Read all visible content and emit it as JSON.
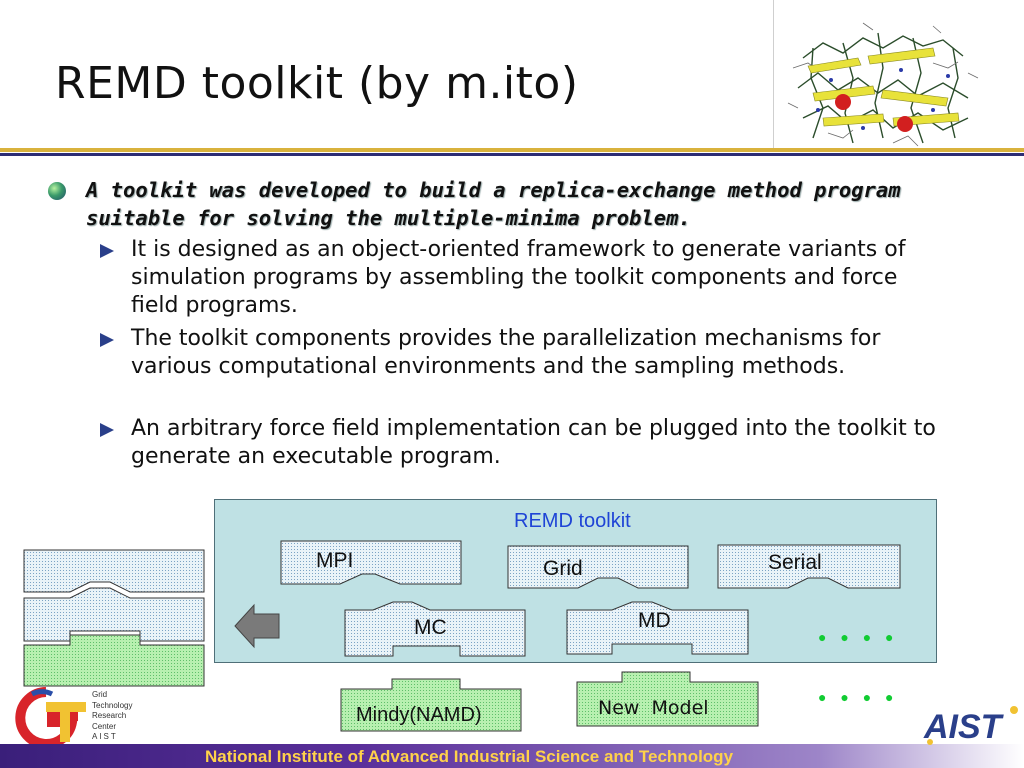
{
  "slide": {
    "title": "REMD toolkit (by m.ito)",
    "main_bullet": "A toolkit was developed to build a replica-exchange method program suitable for solving the multiple-minima problem.",
    "sub_bullets": [
      {
        "text": "It is designed as an object-oriented framework to generate variants of simulation programs by assembling the toolkit components and force field programs."
      },
      {
        "text": "The toolkit components provides the parallelization mechanisms for various computational environments and the sampling methods."
      },
      {
        "text": "An arbitrary force field implementation can be plugged into the toolkit to generate an executable program."
      }
    ]
  },
  "diagram": {
    "toolkit_label": "REMD toolkit",
    "components": {
      "mpi": "MPI",
      "grid": "Grid",
      "serial": "Serial",
      "mc": "MC",
      "md": "MD",
      "mindy": "Mindy(NAMD)",
      "new_model": "New  Model"
    },
    "ellipsis": "● ● ● ●"
  },
  "footer": {
    "institute": "National Institute of Advanced Industrial Science and Technology",
    "gtrc_lines": [
      "Grid",
      "Technology",
      "Research",
      "Center",
      "AIST"
    ],
    "aist_logo": "AIST"
  },
  "colors": {
    "title_rule_gold": "#d9b23c",
    "title_rule_navy": "#2d2d74",
    "toolkit_box_bg": "#bfe1e4",
    "toolkit_title": "#1f44d6",
    "dots_green": "#11cc33",
    "footer_text": "#ffd24a",
    "footer_bg": "#3a1f7a"
  },
  "icons": [
    "molecule-image",
    "sphere-bullet-icon",
    "triangle-bullet-icon",
    "left-arrow-icon",
    "gtrc-logo",
    "aist-logo"
  ]
}
